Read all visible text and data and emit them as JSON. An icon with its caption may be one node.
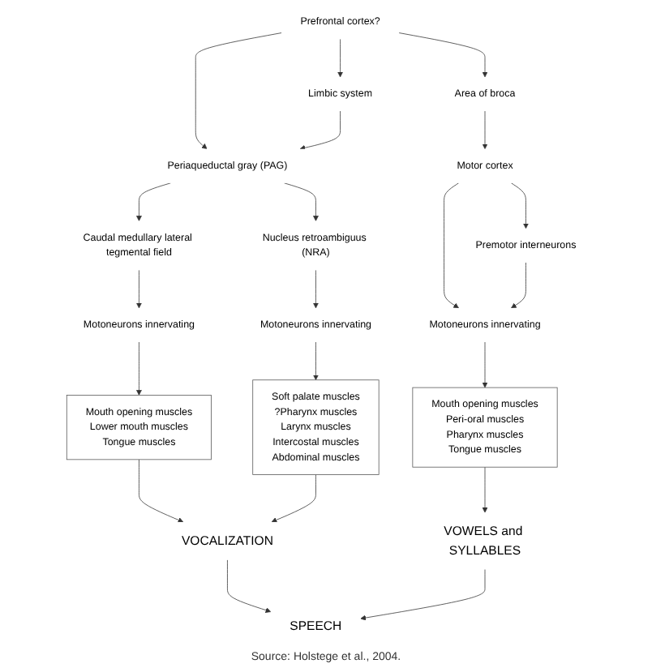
{
  "diagram": {
    "caption": "Source: Holstege et al., 2004.",
    "nodes": [
      {
        "text": [
          "Prefrontal cortex?"
        ]
      },
      {
        "text": [
          "Limbic system"
        ]
      },
      {
        "text": [
          "Area of broca"
        ]
      },
      {
        "text": [
          "Periaqueductal gray (PAG)"
        ]
      },
      {
        "text": [
          "Motor cortex"
        ]
      },
      {
        "text": [
          "Caudal medullary lateral tegmental field"
        ]
      },
      {
        "text": [
          "Nucleus retroambiguus (NRA)"
        ]
      },
      {
        "text": [
          "Premotor interneurons"
        ]
      },
      {
        "text": [
          "Motoneurons innervating"
        ]
      },
      {
        "text": [
          "Motoneurons innervating"
        ]
      },
      {
        "text": [
          "Motoneurons innervating"
        ]
      },
      {
        "text": [
          "Mouth opening muscles",
          "Lower mouth muscles",
          "Tongue muscles"
        ]
      },
      {
        "text": [
          "Soft palate muscles",
          "?Pharynx muscles",
          "Larynx muscles",
          "Intercostal muscles",
          "Abdominal muscles"
        ]
      },
      {
        "text": [
          "Mouth opening muscles",
          "Peri-oral muscles",
          "Pharynx muscles",
          "Tongue muscles"
        ]
      },
      {
        "text": [
          "VOCALIZATION"
        ]
      },
      {
        "text": [
          "VOWELS and SYLLABLES"
        ]
      },
      {
        "text": [
          "SPEECH"
        ]
      }
    ],
    "edges": [
      {
        "from": 0,
        "to": 1,
        "arrow": "to"
      },
      {
        "from": 0,
        "to": 3,
        "arrow": "to"
      },
      {
        "from": 0,
        "to": 2,
        "arrow": "to"
      },
      {
        "from": 1,
        "to": 3,
        "arrow": "to"
      },
      {
        "from": 2,
        "to": 4,
        "arrow": "to"
      },
      {
        "from": 3,
        "to": 5,
        "arrow": "to"
      },
      {
        "from": 3,
        "to": 6,
        "arrow": "to"
      },
      {
        "from": 4,
        "to": 10,
        "arrow": "to"
      },
      {
        "from": 4,
        "to": 7,
        "arrow": "to"
      },
      {
        "from": 7,
        "to": 10,
        "arrow": "to"
      },
      {
        "from": 5,
        "to": 8,
        "arrow": "to"
      },
      {
        "from": 6,
        "to": 9,
        "arrow": "to"
      },
      {
        "from": 8,
        "to": 11,
        "arrow": "to"
      },
      {
        "from": 9,
        "to": 12,
        "arrow": "to"
      },
      {
        "from": 10,
        "to": 13,
        "arrow": "to"
      },
      {
        "from": 11,
        "to": 14,
        "arrow": "to"
      },
      {
        "from": 12,
        "to": 14,
        "arrow": "to"
      },
      {
        "from": 13,
        "to": 15,
        "arrow": "to"
      },
      {
        "from": 14,
        "to": 16,
        "arrow": "to"
      },
      {
        "from": 15,
        "to": 16,
        "arrow": "to"
      }
    ]
  }
}
